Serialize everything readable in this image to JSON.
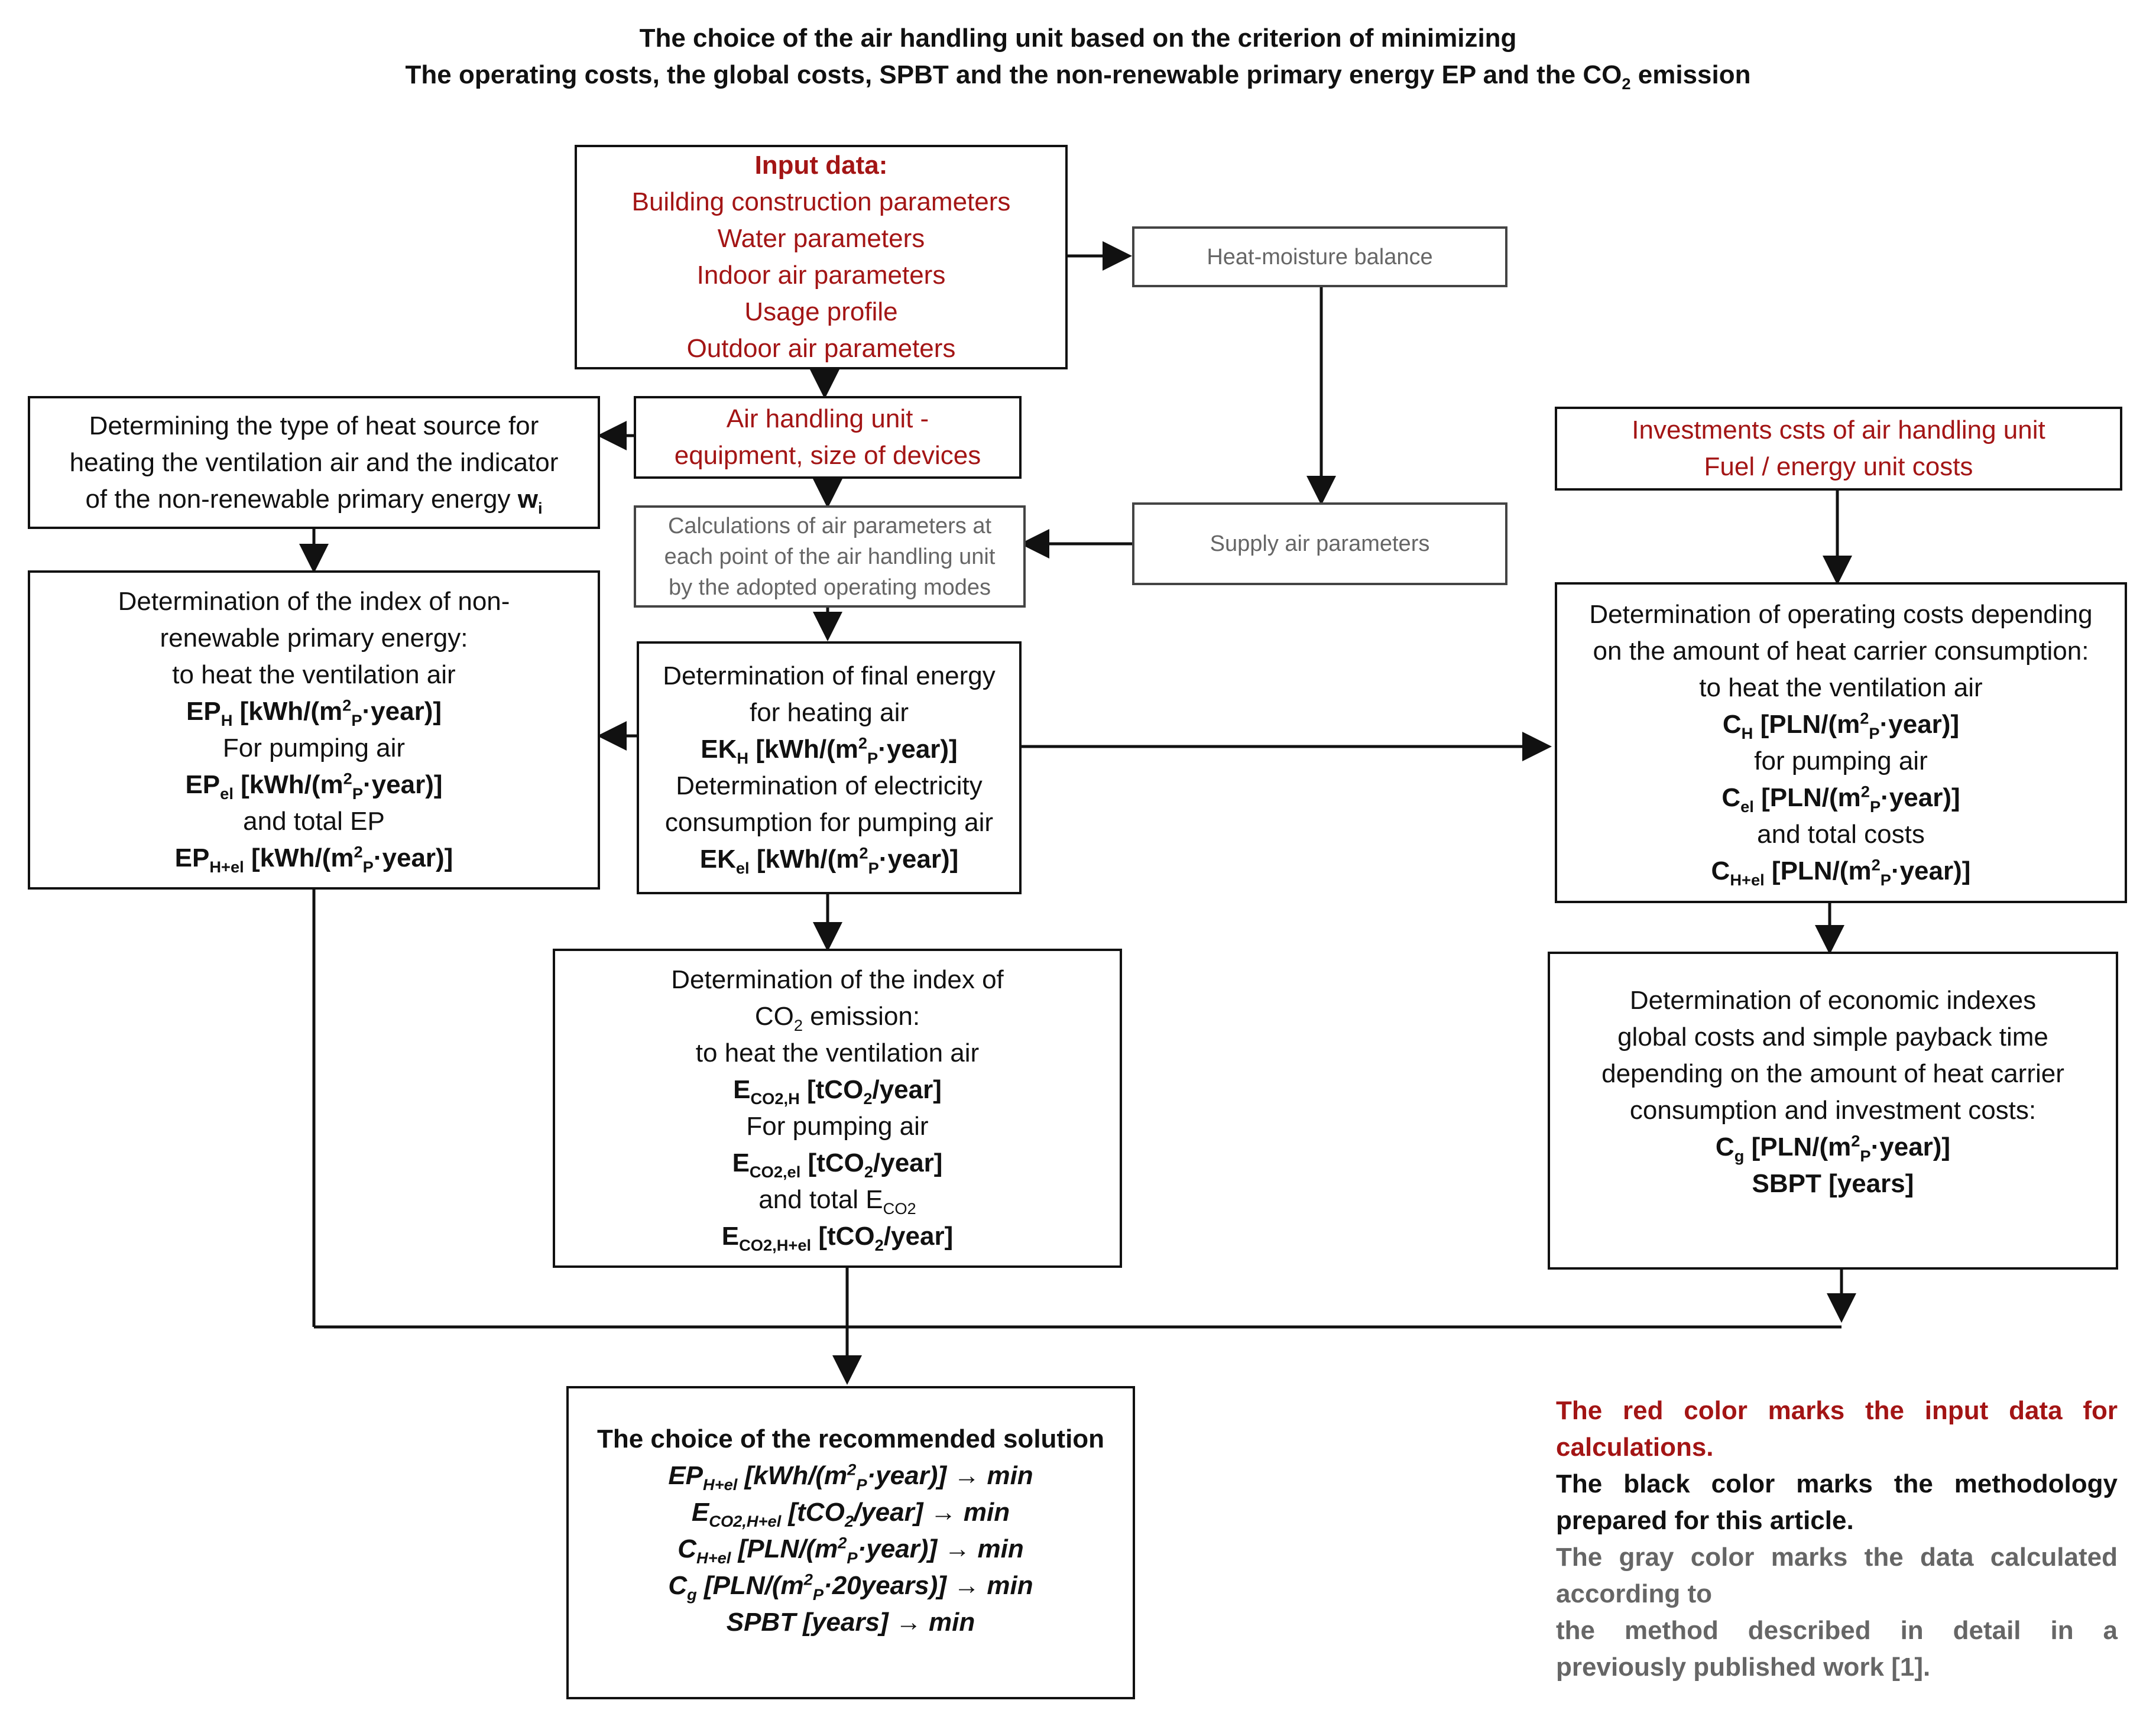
{
  "title": {
    "line1": "The choice of the air handling unit based on the criterion of minimizing",
    "line2_pre": "The operating costs, the global costs, SPBT and the non-renewable primary energy EP and the CO",
    "line2_sub": "2",
    "line2_post": " emission"
  },
  "input_data": {
    "heading": "Input data:",
    "items": [
      "Building construction parameters",
      "Water parameters",
      "Indoor air parameters",
      "Usage profile",
      "Outdoor air parameters"
    ]
  },
  "heat_moisture": "Heat-moisture balance",
  "supply_air": "Supply air parameters",
  "ahu": {
    "l1": "Air handling unit -",
    "l2": "equipment, size of devices"
  },
  "calc_air": {
    "l1": "Calculations of air parameters at",
    "l2": "each point of the air handling unit",
    "l3": "by the adopted operating modes"
  },
  "heat_source": {
    "l1": "Determining the type of heat source for",
    "l2": "heating the ventilation air and the indicator",
    "l3": "of the non-renewable primary energy ",
    "w": "w",
    "w_sub": "i"
  },
  "investments": {
    "l1": "Investments csts of air handling unit",
    "l2": "Fuel / energy unit costs"
  },
  "ep_index": {
    "l1": "Determination of the index of non-",
    "l2": "renewable primary energy:",
    "l3": "to heat the ventilation air",
    "eph": "EP",
    "eph_sub": "H",
    "unit": " [kWh/(m",
    "unit_sup": "2",
    "unit_sub": "P",
    "unit_end": "·year)]",
    "l5": "For pumping air",
    "epel": "EP",
    "epel_sub": "el",
    "l7": "and total EP",
    "ephel": "EP",
    "ephel_sub": "H+el"
  },
  "final_energy": {
    "l1": "Determination of final energy",
    "l2": "for heating air",
    "ekh": "EK",
    "ekh_sub": "H",
    "l4": "Determination of electricity",
    "l5": "consumption for pumping air",
    "ekel": "EK",
    "ekel_sub": "el"
  },
  "operating_costs": {
    "l1": "Determination of operating costs depending",
    "l2": "on the amount of heat carrier consumption:",
    "l3": "to heat the ventilation air",
    "ch": "C",
    "ch_sub": "H",
    "unit": " [PLN/(m",
    "unit_sup": "2",
    "unit_sub": "P",
    "unit_end": "·year)]",
    "l5": "for pumping air",
    "cel": "C",
    "cel_sub": "el",
    "l7": "and total costs",
    "chel": "C",
    "chel_sub": "H+el"
  },
  "co2": {
    "l1": "Determination of the index of",
    "l2_pre": "CO",
    "l2_sub": "2",
    "l2_post": " emission:",
    "l3": "to heat the ventilation air",
    "e": "E",
    "eh_sub": "CO2,H",
    "unit_pre": " [tCO",
    "unit_sub": "2",
    "unit_post": "/year]",
    "l5": "For pumping air",
    "eel_sub": "CO2,el",
    "l7_pre": "and total E",
    "l7_sub": "CO2",
    "ehel_sub": "CO2,H+el"
  },
  "economic": {
    "l1": "Determination of economic indexes",
    "l2": "global costs  and simple payback time",
    "l3": "depending on the amount of heat carrier",
    "l4": "consumption and investment costs:",
    "cg": "C",
    "cg_sub": "g",
    "cg_unit": " [PLN/(m",
    "cg_sup": "2",
    "cg_sub2": "P",
    "cg_end": "·year)]",
    "sbpt": "SBPT [years]"
  },
  "choice": {
    "heading": "The choice of the recommended solution",
    "r1_pre": "EP",
    "r1_sub": "H+el",
    "r1_unit": " [kWh/(m",
    "r1_sup": "2",
    "r1_sub2": "P",
    "r1_end": "·year)] → min",
    "r2_pre": "E",
    "r2_sub": "CO2,H+el",
    "r2_unit": " [tCO",
    "r2_sub2": "2",
    "r2_end": "/year] → min",
    "r3_pre": "C",
    "r3_sub": "H+el",
    "r3_unit": " [PLN/(m",
    "r3_sup": "2",
    "r3_sub2": "P",
    "r3_end": "·year)] → min",
    "r4_pre": "C",
    "r4_sub": "g",
    "r4_unit": " [PLN/(m",
    "r4_sup": "2",
    "r4_sub2": "P",
    "r4_end": "·20years)] → min",
    "r5": "SPBT [years] → min"
  },
  "legend": {
    "red": "The red color marks the input data for calculations.",
    "black": "The black color marks the methodology prepared for this article.",
    "grey1": "The gray color marks the data calculated according to",
    "grey2": "the method described in detail in a previously published work [1]."
  },
  "colors": {
    "red": "#a31515",
    "black": "#111111",
    "grey": "#666666"
  }
}
